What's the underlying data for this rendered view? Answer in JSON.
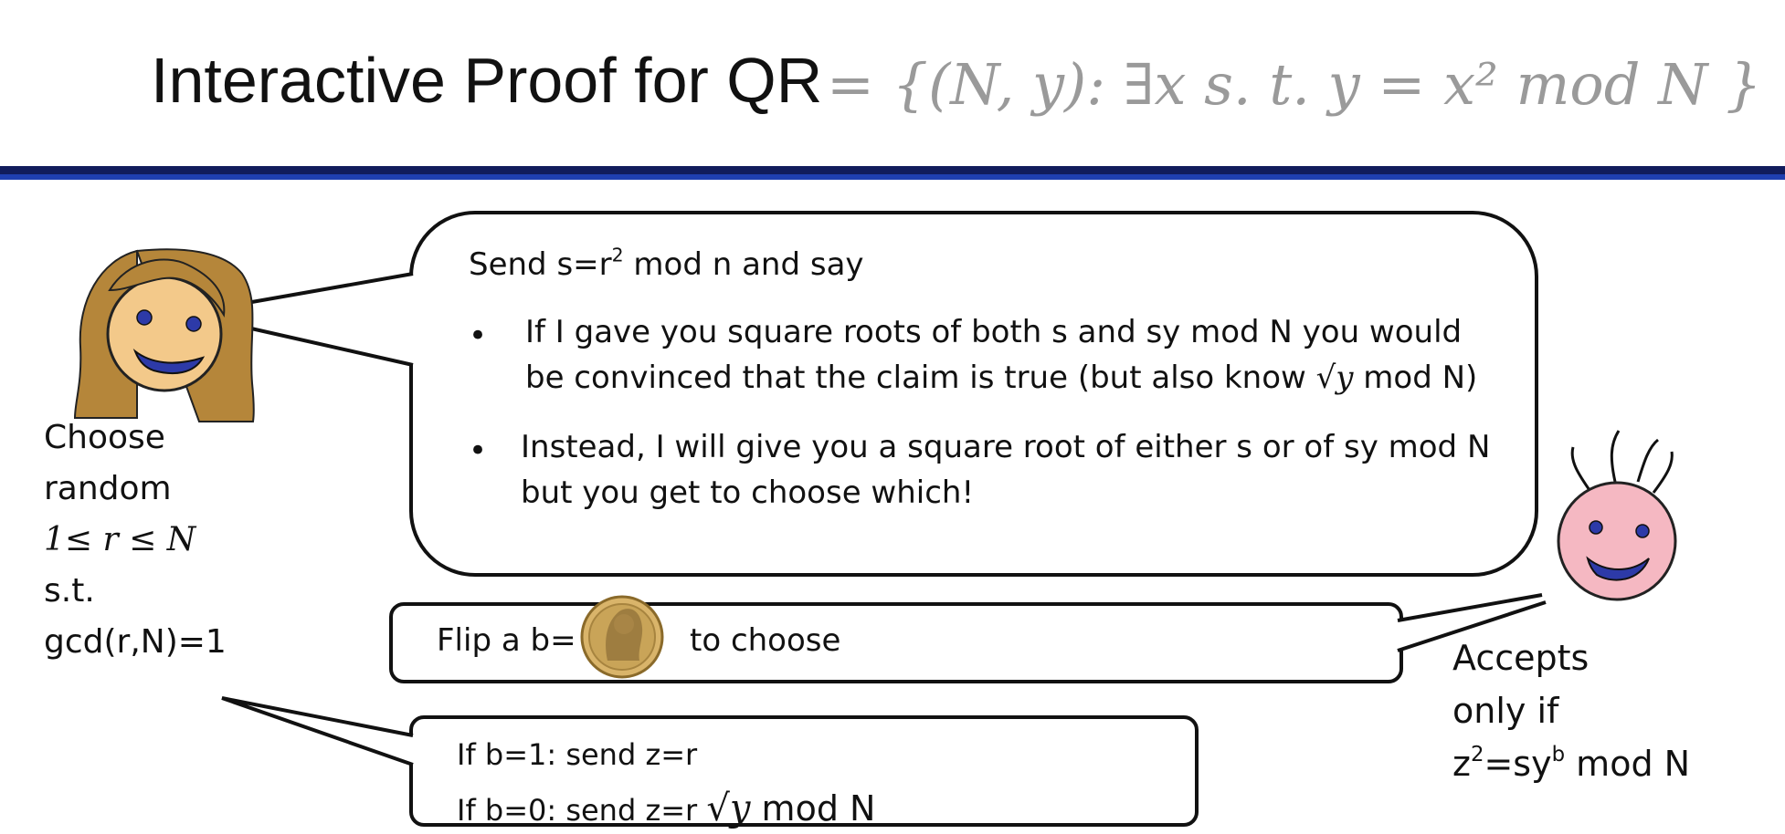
{
  "header": {
    "title": "Interactive Proof for QR",
    "formula": "= {(N, y): ∃x s. t. y = x² mod N }"
  },
  "prover": {
    "left_text": {
      "line1": "Choose",
      "line2": "random",
      "line3": "1≤ r ≤ N",
      "line4": "s.t.",
      "line5": "gcd(r,N)=1"
    }
  },
  "bubble_main": {
    "send_line_prefix": "Send s=r",
    "send_line_sup": "2",
    "send_line_suffix": " mod n and say",
    "bullet1_line1": "If I gave you square roots of both s and sy mod N  you would",
    "bullet1_line2_prefix": "be convinced that the claim is true (but also know ",
    "bullet1_line2_math": "√y",
    "bullet1_line2_suffix": " mod N)",
    "bullet2_line1": "Instead, I will give you a square root of either s or of sy mod N",
    "bullet2_line2": "but you get to choose which!"
  },
  "bubble_flip": {
    "prefix": "Flip a  b=",
    "suffix": "to choose"
  },
  "bubble_answer": {
    "line1": "If b=1: send z=r",
    "line2_prefix": "If b=0: send z=r ",
    "line2_math": "√y",
    "line2_suffix": " mod N"
  },
  "verifier": {
    "line1": "Accepts",
    "line2": "only  if",
    "line3_base": "z",
    "line3_sup1": "2",
    "line3_mid": "=sy",
    "line3_sup2": "b",
    "line3_suffix": " mod N"
  },
  "colors": {
    "divider_dark": "#111c5c",
    "divider_light": "#1f3fb0",
    "formula_gray": "#9a9a9a",
    "prover_hair": "#b5863a",
    "prover_face": "#f3c98a",
    "verifier_face": "#f5b8c2",
    "eye_blue": "#2d3aa8",
    "coin_gold": "#d9b46a"
  }
}
